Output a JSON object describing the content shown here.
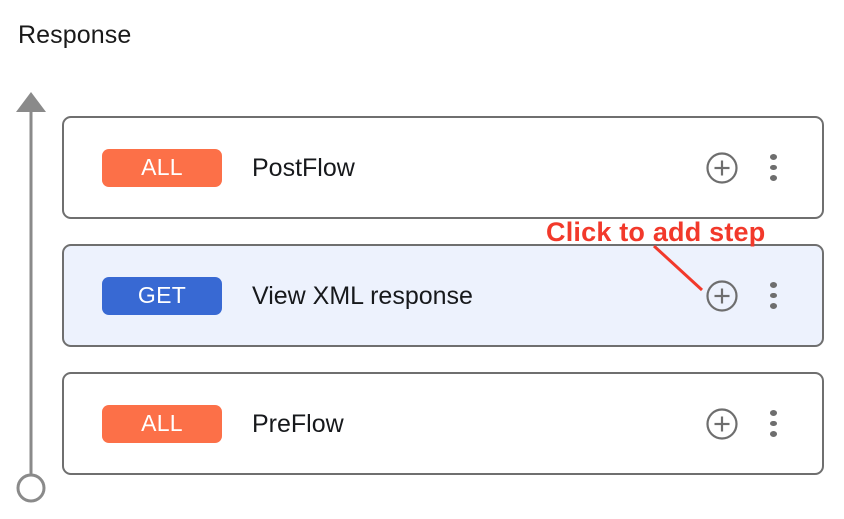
{
  "page": {
    "title": "Response"
  },
  "colors": {
    "badge_all": "#fc7048",
    "badge_get": "#3869d3",
    "card_border": "#6f6f6f",
    "selected_row_bg": "#edf2fd",
    "icon_gray": "#6e6e6e",
    "annotation_red": "#f2392b",
    "axis_gray": "#8a8a8a",
    "text_dark": "#17191c"
  },
  "axis": {
    "name": "flow-direction-axis",
    "arrow_head": "up",
    "end_marker": "circle"
  },
  "flow": {
    "rows": [
      {
        "badge": "ALL",
        "badge_type": "all",
        "label": "PostFlow",
        "selected": false,
        "add_icon": "plus-circle-icon",
        "menu_icon": "more-vertical-icon"
      },
      {
        "badge": "GET",
        "badge_type": "get",
        "label": "View XML response",
        "selected": true,
        "add_icon": "plus-circle-icon",
        "menu_icon": "more-vertical-icon"
      },
      {
        "badge": "ALL",
        "badge_type": "all",
        "label": "PreFlow",
        "selected": false,
        "add_icon": "plus-circle-icon",
        "menu_icon": "more-vertical-icon"
      }
    ]
  },
  "annotation": {
    "text": "Click to add step",
    "points_to": "add-step-button-row-2"
  }
}
